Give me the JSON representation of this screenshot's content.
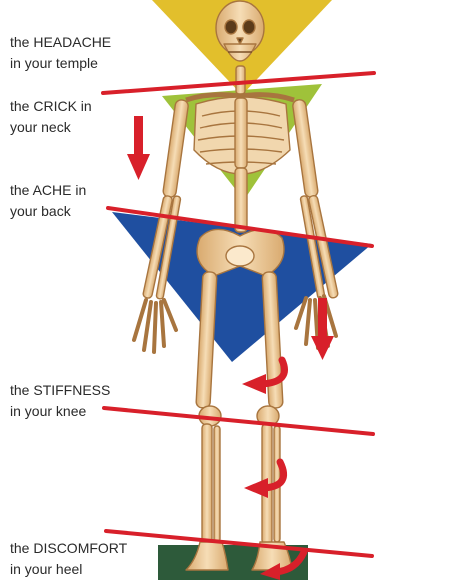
{
  "labels": [
    {
      "line1": "the HEADACHE",
      "line2": "in your temple"
    },
    {
      "line1": "the CRICK in",
      "line2": "your neck"
    },
    {
      "line1": "the ACHE in",
      "line2": "your back"
    },
    {
      "line1": "the STIFFNESS",
      "line2": "in your knee"
    },
    {
      "line1": "the DISCOMFORT",
      "line2": "in your heel"
    }
  ],
  "colors": {
    "head_triangle": "#e2bf2c",
    "neck_triangle": "#9fc23a",
    "back_triangle": "#1f4fa0",
    "heel_block": "#2d5a3a",
    "lines_and_arrows": "#d8202a",
    "bone": "#f1d2a5",
    "bone_outline": "#a8753f",
    "text": "#2a2a2a"
  },
  "icons": [
    "down-arrow-icon",
    "curved-arrow-icon",
    "skeleton-figure"
  ]
}
